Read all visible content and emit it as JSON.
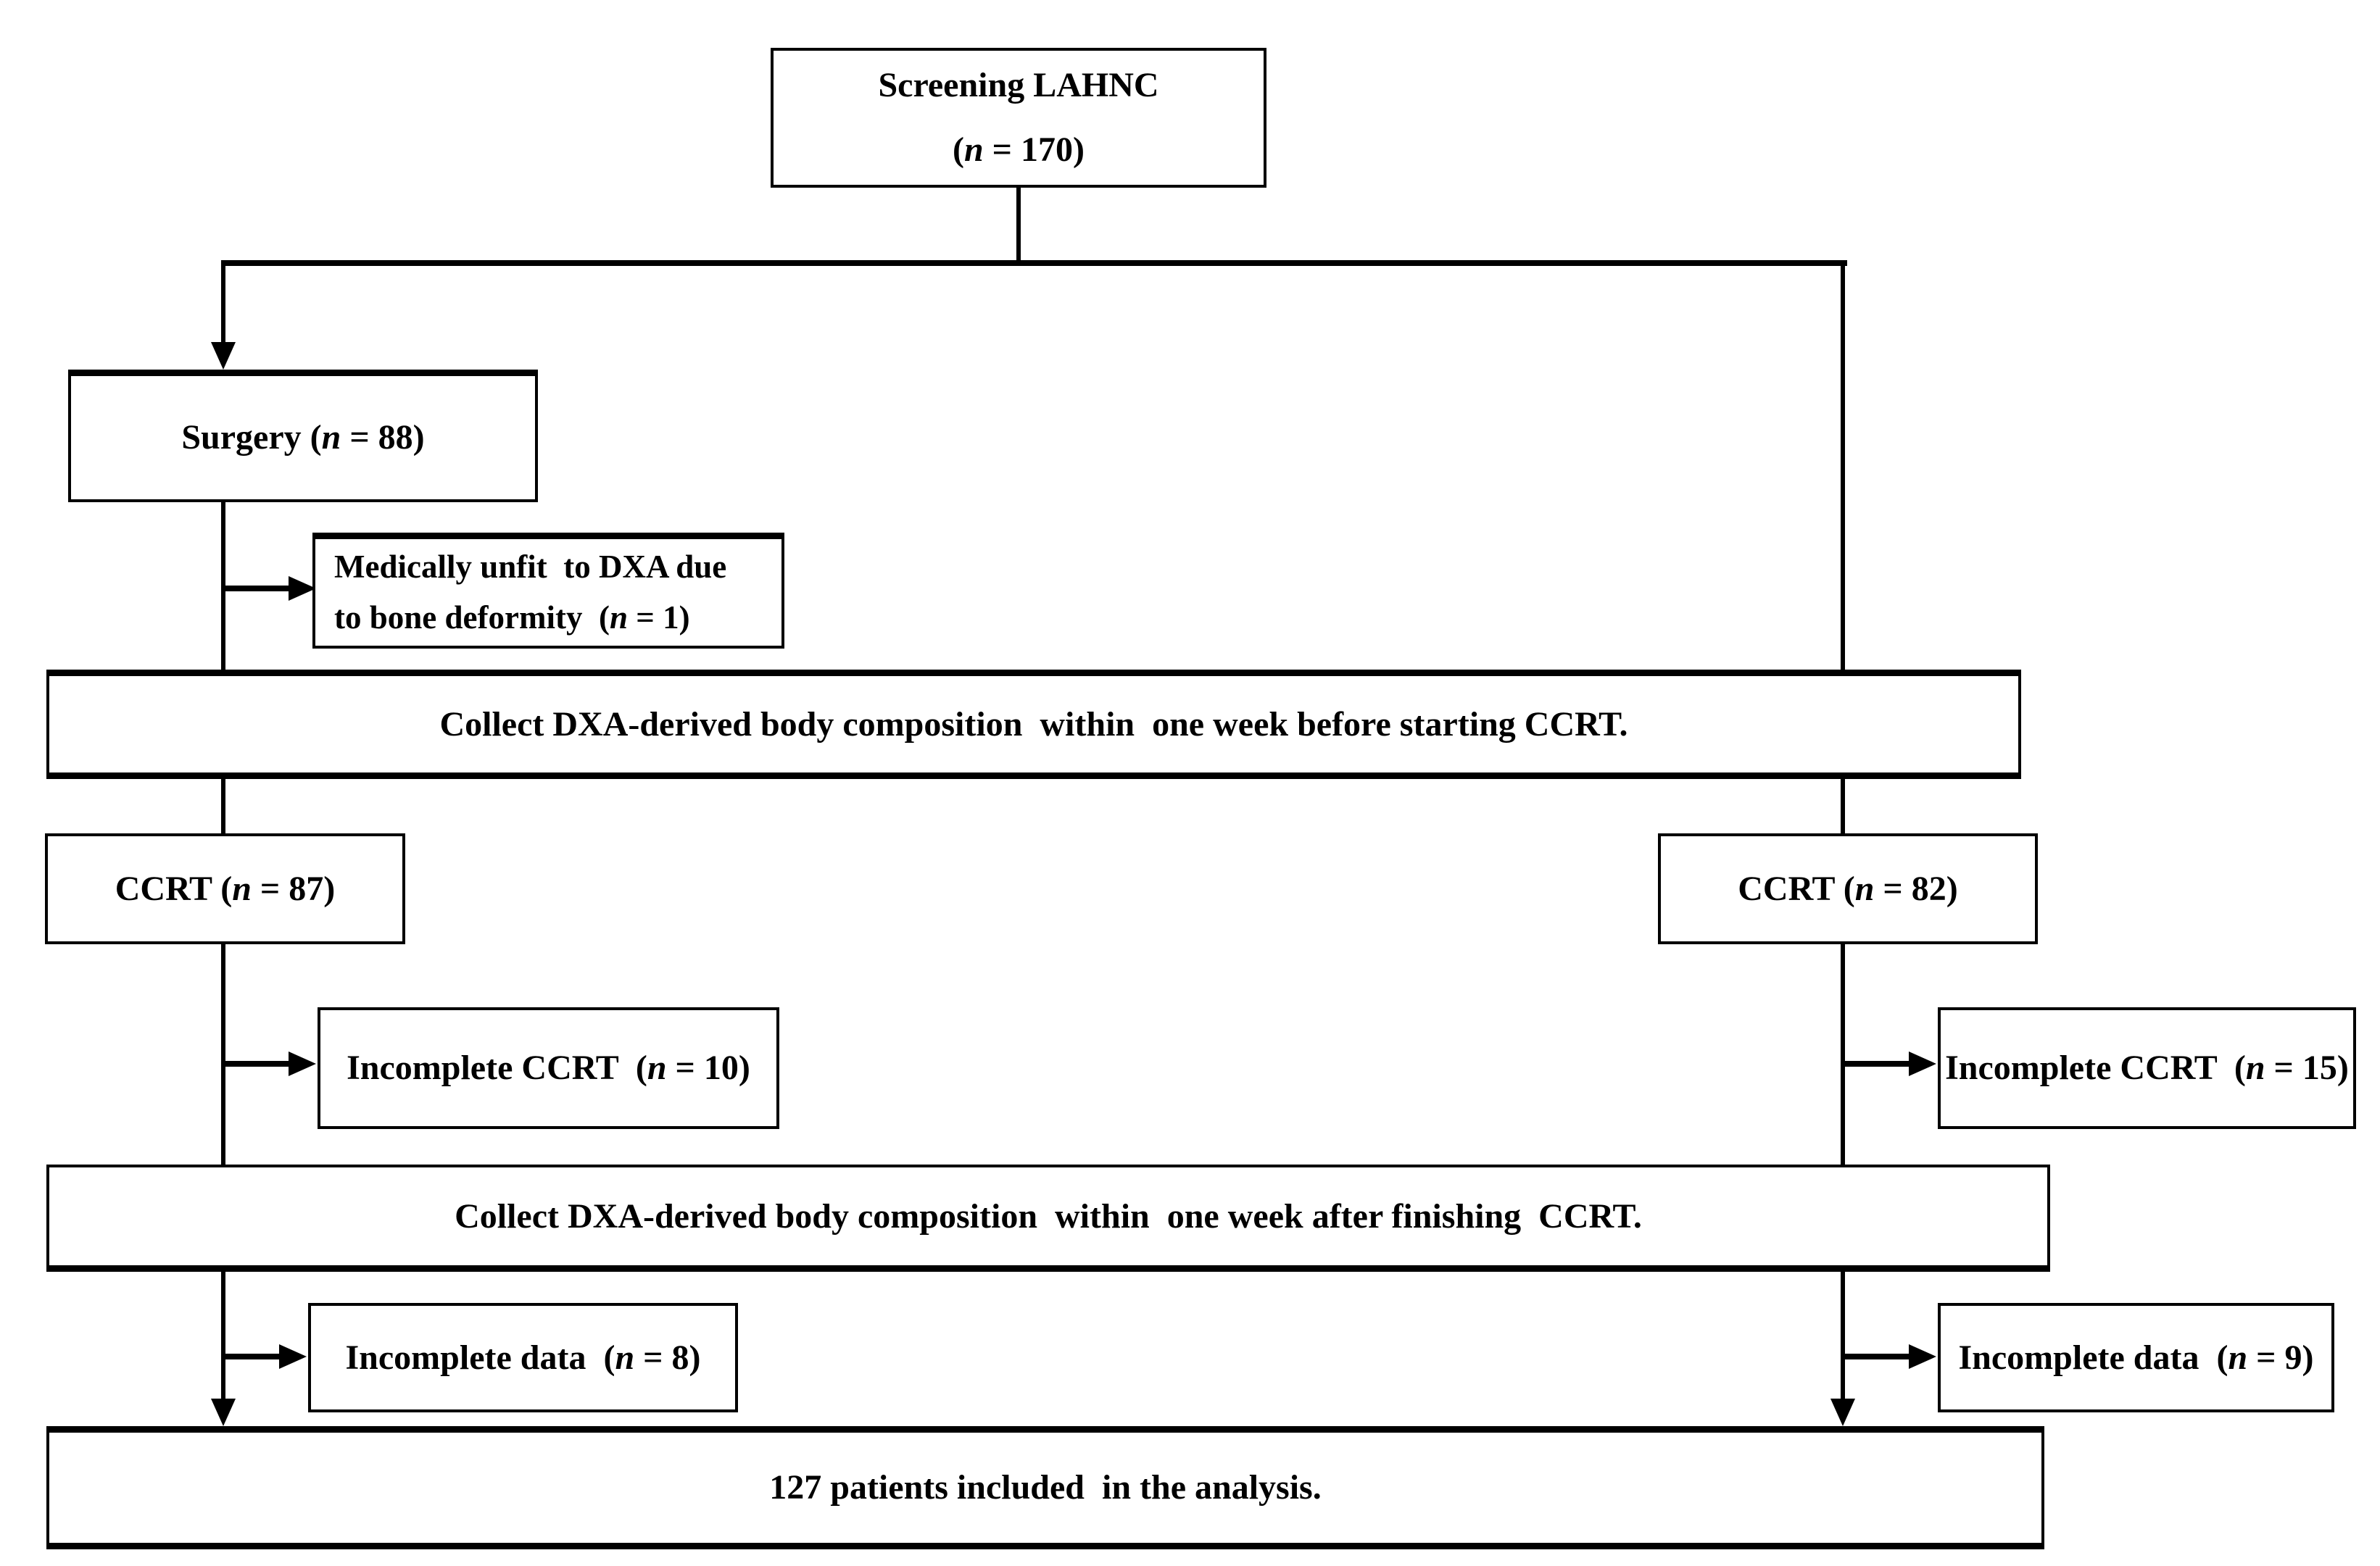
{
  "boxes": {
    "screening": {
      "line1": "Screening LAHNC",
      "line2_prefix": "(",
      "n": "n",
      "line2_suffix": " = 170)"
    },
    "surgery": {
      "prefix": "Surgery (",
      "n": "n",
      "suffix": " = 88)"
    },
    "medically_unfit": {
      "line1": "Medically unfit  to DXA due",
      "line2_prefix": "to bone deformity  (",
      "n": "n",
      "line2_suffix": " = 1)"
    },
    "collect_before": {
      "text": "Collect DXA-derived body composition  within  one week before starting CCRT."
    },
    "ccrt_left": {
      "prefix": "CCRT (",
      "n": "n",
      "suffix": " = 87)"
    },
    "ccrt_right": {
      "prefix": "CCRT (",
      "n": "n",
      "suffix": " = 82)"
    },
    "incomplete_ccrt_left": {
      "prefix": "Incomplete CCRT  (",
      "n": "n",
      "suffix": " = 10)"
    },
    "incomplete_ccrt_right": {
      "prefix": "Incomplete CCRT  (",
      "n": "n",
      "suffix": " = 15)"
    },
    "collect_after": {
      "text": "Collect DXA-derived body composition  within  one week after finishing  CCRT."
    },
    "incomplete_data_left": {
      "prefix": "Incomplete data  (",
      "n": "n",
      "suffix": " = 8)"
    },
    "incomplete_data_right": {
      "prefix": "Incomplete data  (",
      "n": "n",
      "suffix": " = 9)"
    },
    "final": {
      "text": "127 patients included  in the analysis."
    }
  },
  "edges": [
    {
      "from": "screening",
      "to": "surgery"
    },
    {
      "from": "screening",
      "to": "ccrt_right"
    },
    {
      "from": "surgery",
      "to": "medically_unfit"
    },
    {
      "from": "surgery",
      "to": "collect_before"
    },
    {
      "from": "collect_before",
      "to": "ccrt_left"
    },
    {
      "from": "collect_before",
      "to": "ccrt_right"
    },
    {
      "from": "ccrt_left",
      "to": "incomplete_ccrt_left"
    },
    {
      "from": "ccrt_left",
      "to": "collect_after"
    },
    {
      "from": "ccrt_right",
      "to": "incomplete_ccrt_right"
    },
    {
      "from": "ccrt_right",
      "to": "collect_after"
    },
    {
      "from": "collect_after",
      "to": "incomplete_data_left"
    },
    {
      "from": "collect_after",
      "to": "incomplete_data_right"
    },
    {
      "from": "collect_after",
      "to": "final"
    }
  ],
  "colors": {
    "line": "#000000",
    "box_border": "#000000",
    "background": "#ffffff",
    "text": "#000000"
  }
}
